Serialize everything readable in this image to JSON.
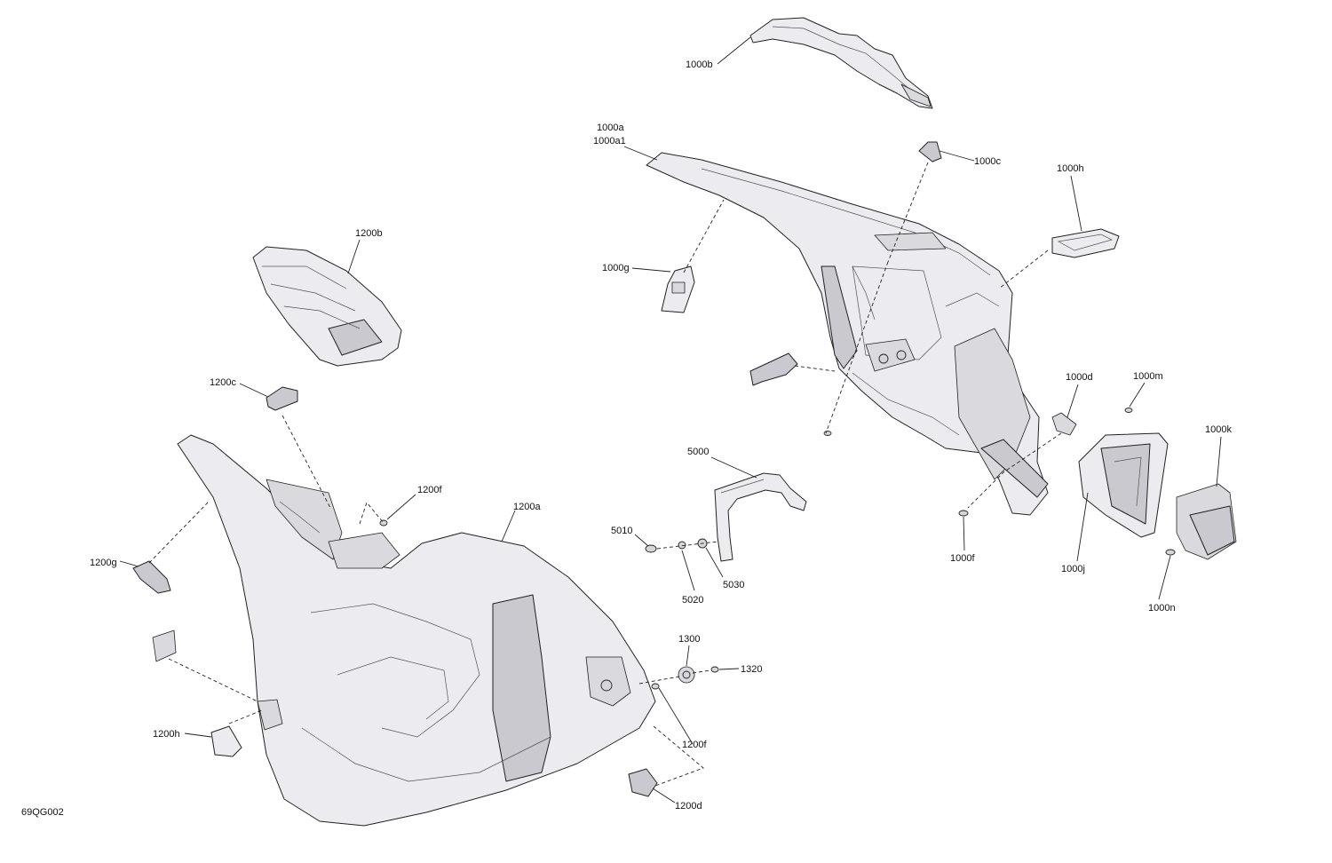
{
  "figure_code": "69QG002",
  "labels": {
    "p1000b": "1000b",
    "p1000a": "1000a",
    "p1000a1": "1000a1",
    "p1000c": "1000c",
    "p1000h": "1000h",
    "p1000g": "1000g",
    "p1000d": "1000d",
    "p1000m": "1000m",
    "p1000k": "1000k",
    "p1000f": "1000f",
    "p1000j": "1000j",
    "p1000n": "1000n",
    "p1200b": "1200b",
    "p1200c": "1200c",
    "p1200f_top": "1200f",
    "p1200a": "1200a",
    "p1200g": "1200g",
    "p1200h": "1200h",
    "p1200d": "1200d",
    "p1200f_bottom": "1200f",
    "p5000": "5000",
    "p5010": "5010",
    "p5020": "5020",
    "p5030": "5030",
    "p1300": "1300",
    "p1320": "1320"
  }
}
